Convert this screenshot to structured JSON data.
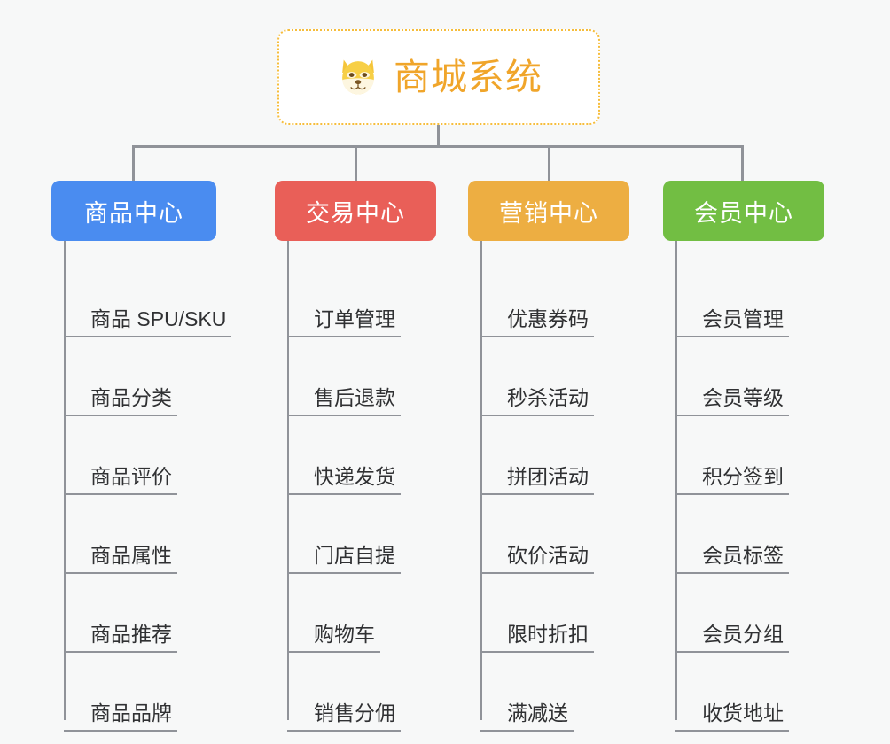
{
  "diagram": {
    "type": "mind-map",
    "background": "#f7f8f8",
    "root": {
      "title": "商城系统",
      "icon": "dog-face-icon",
      "text_color": "#f0a52a",
      "border_color": "#f6bd3b",
      "background": "#ffffff"
    },
    "connector_color": "#909399",
    "branches": [
      {
        "label": "商品中心",
        "color": "#4a8cf0",
        "items": [
          "商品 SPU/SKU",
          "商品分类",
          "商品评价",
          "商品属性",
          "商品推荐",
          "商品品牌"
        ]
      },
      {
        "label": "交易中心",
        "color": "#e95f58",
        "items": [
          "订单管理",
          "售后退款",
          "快递发货",
          "门店自提",
          "购物车",
          "销售分佣"
        ]
      },
      {
        "label": "营销中心",
        "color": "#edae42",
        "items": [
          "优惠券码",
          "秒杀活动",
          "拼团活动",
          "砍价活动",
          "限时折扣",
          "满减送"
        ]
      },
      {
        "label": "会员中心",
        "color": "#72be43",
        "items": [
          "会员管理",
          "会员等级",
          "积分签到",
          "会员标签",
          "会员分组",
          "收货地址"
        ]
      }
    ]
  }
}
